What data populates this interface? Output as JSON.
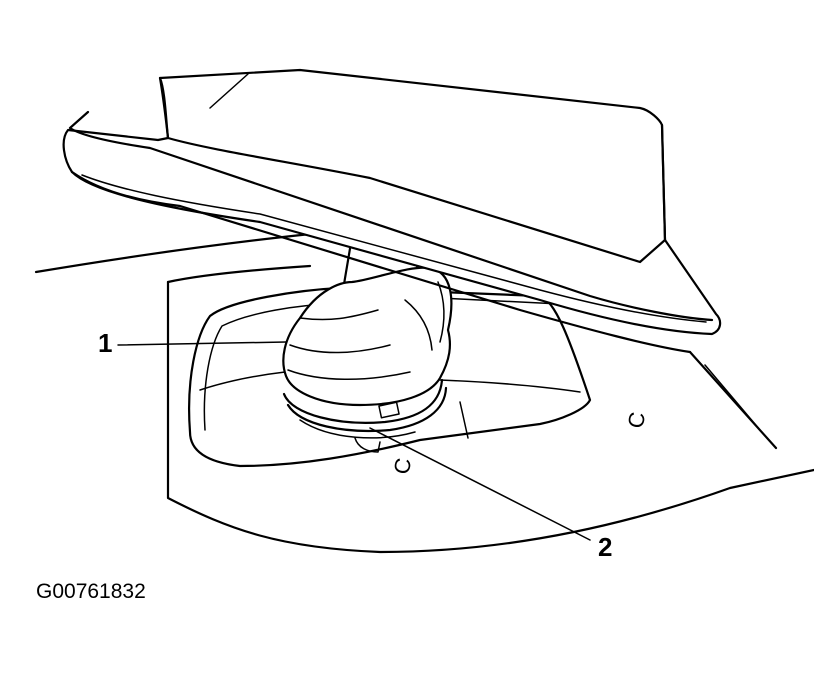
{
  "callouts": [
    {
      "label": "1"
    },
    {
      "label": "2"
    }
  ],
  "surface_marks": [
    "C",
    "C"
  ],
  "figure_id": "G00761832"
}
